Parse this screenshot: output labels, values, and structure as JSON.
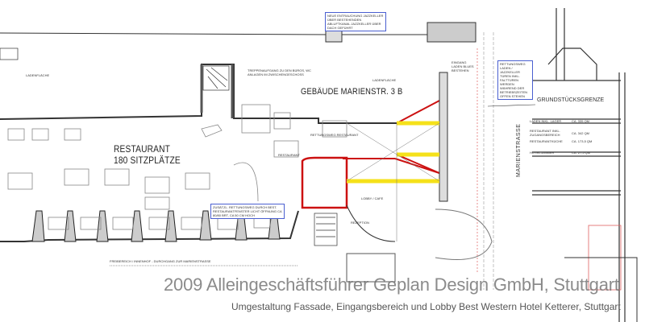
{
  "plan": {
    "labels": {
      "shop_left": "LADENFLÄCHE",
      "shop_right": "LADENFLÄCHE",
      "stairs_note": "TREPPENAUFGANG ZU DEN BÜROS, WC ANLAGEN IM ZWISCHENGESCHOSS",
      "building": "GEBÄUDE MARIENSTR. 3 B",
      "restaurant_main_1": "RESTAURANT",
      "restaurant_main_2": "180 SITZPLÄTZE",
      "restaurant_small": "RESTAURANT",
      "lobby": "LOBBY / CAFE",
      "reception": "REZEPTION",
      "street": "MARIENSTRASSE",
      "boundary": "GRUNDSTÜCKSGRENZE",
      "courtyard": "FREIBEREICH / INNENHOF - DURCHGANG ZUR MARIENSTRASSE",
      "escape_route": "RETTUNGSWEG RESTAURANT",
      "entrance": "EINGANG LADEN BLUES BESTEHEN"
    },
    "notes": {
      "smoke_extraction": "NEUE ENTRAUCHUNG JAZZKELLER ÜBER BESTEHENDEN ABLUFTKANAL JAZZKELLER ÜBER DACH GEFÜHRT",
      "escape_shop": "RETTUNGSWEG LADEN / JAZZKELLER TÜREN INKL. FALTTÜREN WERDEN WÄHREND DER BETRIEBSZEITEN OFFEN STEHEN",
      "extra_escape": "ZUSÄTZL. RETTUNGSWEG DURCH BEST. RESTAURANTFENSTER LICHT ÖFFNUNG CA 80/80 BRT, CA 50 CM HOCH"
    },
    "section": {
      "rows": [
        {
          "label": "LADEN INKL. LAGER",
          "area": "CA. 335 QM"
        },
        {
          "label": "RESTAURANT INKL. ZUGANGSBEREICH",
          "area": "CA. 342 QM"
        },
        {
          "label": "RESTAURANTKÜCHE",
          "area": "CA. 173,5 QM"
        },
        {
          "label": "HOTEL-ZIMMER",
          "area": "CA. 27,5 QM"
        }
      ]
    }
  },
  "footer": {
    "watermark": "2009 Alleingeschäftsführer Geplan Design GmbH, Stuttgart",
    "subtitle": "Umgestaltung Fassade, Eingangsbereich und Lobby Best Western Hotel Ketterer, Stuttgart"
  },
  "colors": {
    "wall": "#d8d8d8",
    "new_wall": "#cc1111",
    "highlight": "#f5e11a",
    "note_border": "#4a5fd0"
  }
}
